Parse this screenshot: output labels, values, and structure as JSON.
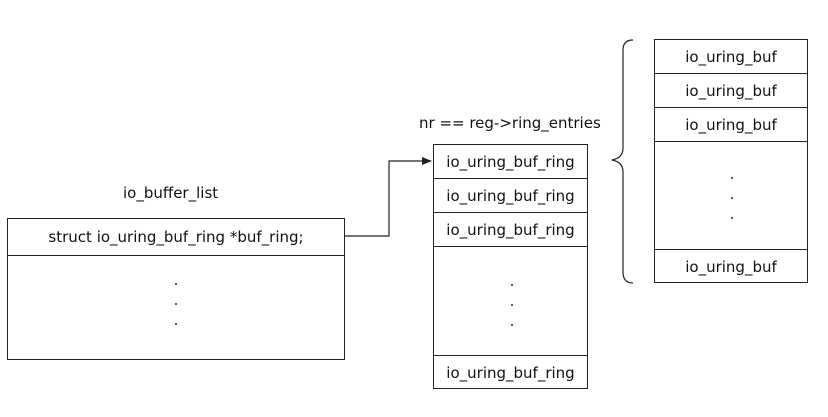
{
  "io_buffer_list": {
    "title": "io_buffer_list",
    "field": "struct io_uring_buf_ring *buf_ring;"
  },
  "ring_array": {
    "label": "nr == reg->ring_entries",
    "entries": [
      "io_uring_buf_ring",
      "io_uring_buf_ring",
      "io_uring_buf_ring"
    ],
    "last": "io_uring_buf_ring"
  },
  "buf_array": {
    "entries": [
      "io_uring_buf",
      "io_uring_buf",
      "io_uring_buf"
    ],
    "last": "io_uring_buf"
  }
}
